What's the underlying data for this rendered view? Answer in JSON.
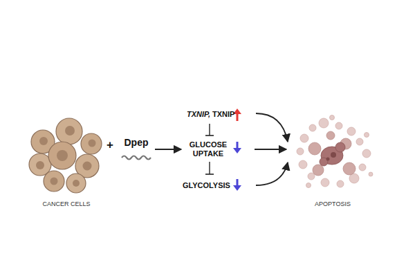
{
  "diagram": {
    "nodes": [
      {
        "text": [
          "CANCER CELLS"
        ]
      },
      {
        "text": [
          "Dpep"
        ]
      },
      {
        "text": [
          "TXNIP,",
          "TXNIP"
        ]
      },
      {
        "text": [
          "GLUCOSE UPTAKE"
        ]
      },
      {
        "text": [
          "GLYCOLYSIS"
        ]
      },
      {
        "text": [
          "APOPTOSIS"
        ]
      }
    ],
    "edges": [
      {
        "from": 1,
        "to": 3,
        "arrow": "to"
      },
      {
        "from": 2,
        "to": 3,
        "arrow": "to"
      },
      {
        "from": 3,
        "to": 4,
        "arrow": "to"
      },
      {
        "from": 2,
        "to": 5,
        "arrow": "to"
      },
      {
        "from": 3,
        "to": 5,
        "arrow": "to"
      },
      {
        "from": 4,
        "to": 5,
        "arrow": "to"
      }
    ],
    "labels": [
      "+"
    ]
  }
}
